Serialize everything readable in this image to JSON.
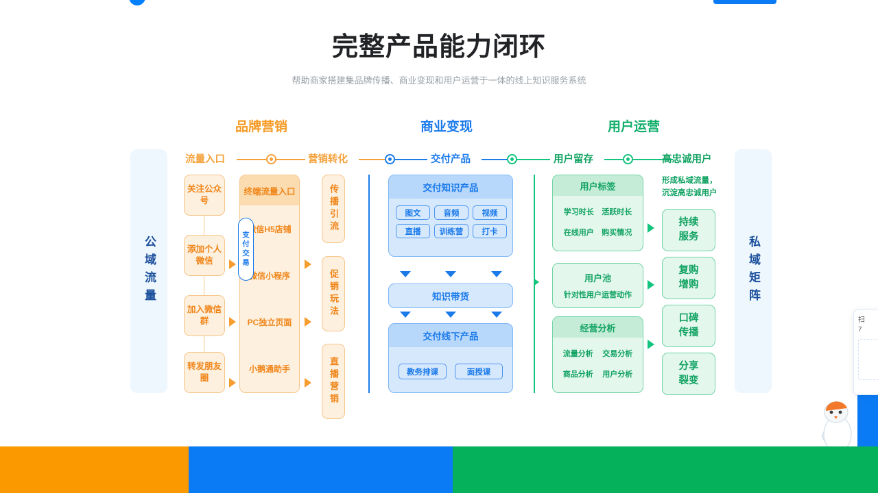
{
  "nav": {
    "logo": "brand-logo",
    "cta": "nav-cta-button"
  },
  "heading": {
    "title": "完整产品能力闭环",
    "subtitle": "帮助商家搭建集品牌传播、商业变现和用户运营于一体的线上知识服务系统"
  },
  "colors": {
    "orange": "#f08519",
    "blue": "#1a7aea",
    "green": "#12a363",
    "rail_bg": "#eef6fe",
    "bar_orange": "#fb9a00",
    "bar_blue": "#0b7bf5",
    "bar_green": "#06b15c"
  },
  "sections": {
    "brand": "品牌营销",
    "monetize": "商业变现",
    "user_ops": "用户运营"
  },
  "rail": {
    "labels": [
      "流量入口",
      "营销转化",
      "交付产品",
      "用户留存",
      "高忠诚用户"
    ]
  },
  "side_rails": {
    "left": "公域流量",
    "right": "私域矩阵"
  },
  "entry_column": {
    "items": [
      "关注\n公众号",
      "添加\n个人微信",
      "加入\n微信群",
      "转发\n朋友圈"
    ],
    "item1": "关注公众号",
    "item2": "添加个人微信",
    "item3": "加入微信群",
    "item4": "转发朋友圈"
  },
  "terminal_column": {
    "header": "终端流量入口",
    "items": [
      "微信H5店铺",
      "微信小程序",
      "PC独立页面",
      "小鹅通助手"
    ]
  },
  "conversion_column": {
    "items": [
      "传播引流",
      "促销玩法",
      "直播营销"
    ]
  },
  "payment_badge": "支付交易",
  "delivery": {
    "knowledge": {
      "header": "交付知识产品",
      "tags": [
        "图文",
        "音频",
        "视频",
        "直播",
        "训练营",
        "打卡"
      ]
    },
    "带货": "知识带货",
    "offline": {
      "header": "交付线下产品",
      "tags": [
        "教务排课",
        "面授课"
      ]
    }
  },
  "retention": {
    "tags_card": {
      "header": "用户标签",
      "items": [
        "学习时长",
        "活跃时长",
        "在线用户",
        "购买情况"
      ]
    },
    "pool_card": {
      "header": "用户池",
      "sub": "针对性用户运营动作"
    },
    "analysis_card": {
      "header": "经营分析",
      "items": [
        "流量分析",
        "交易分析",
        "商品分析",
        "用户分析"
      ]
    }
  },
  "loyalty": {
    "note": "形成私域流量，\n沉淀高忠诚用户",
    "note_line1": "形成私域流量，",
    "note_line2": "沉淀高忠诚用户",
    "boxes": [
      "持续\n服务",
      "复购\n增购",
      "口碑\n传播",
      "分享\n裂变"
    ],
    "box1_l1": "持续",
    "box1_l2": "服务",
    "box2_l1": "复购",
    "box2_l2": "增购",
    "box3_l1": "口碑",
    "box3_l2": "传播",
    "box4_l1": "分享",
    "box4_l2": "裂变"
  },
  "widget": {
    "qr_line1": "扫",
    "qr_line2": "7"
  }
}
